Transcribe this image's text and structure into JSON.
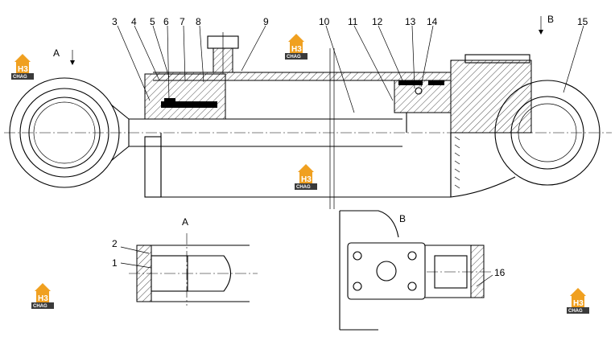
{
  "view_labels": {
    "view_a": "A",
    "view_b": "B"
  },
  "callouts": [
    "1",
    "2",
    "3",
    "4",
    "5",
    "6",
    "7",
    "8",
    "9",
    "10",
    "11",
    "12",
    "13",
    "14",
    "15",
    "16"
  ],
  "watermark": {
    "mark": "H3",
    "text": "CHAG"
  },
  "colors": {
    "line": "#000000",
    "watermark_orange": "#f0a020",
    "watermark_dark": "#3a3a3a"
  }
}
